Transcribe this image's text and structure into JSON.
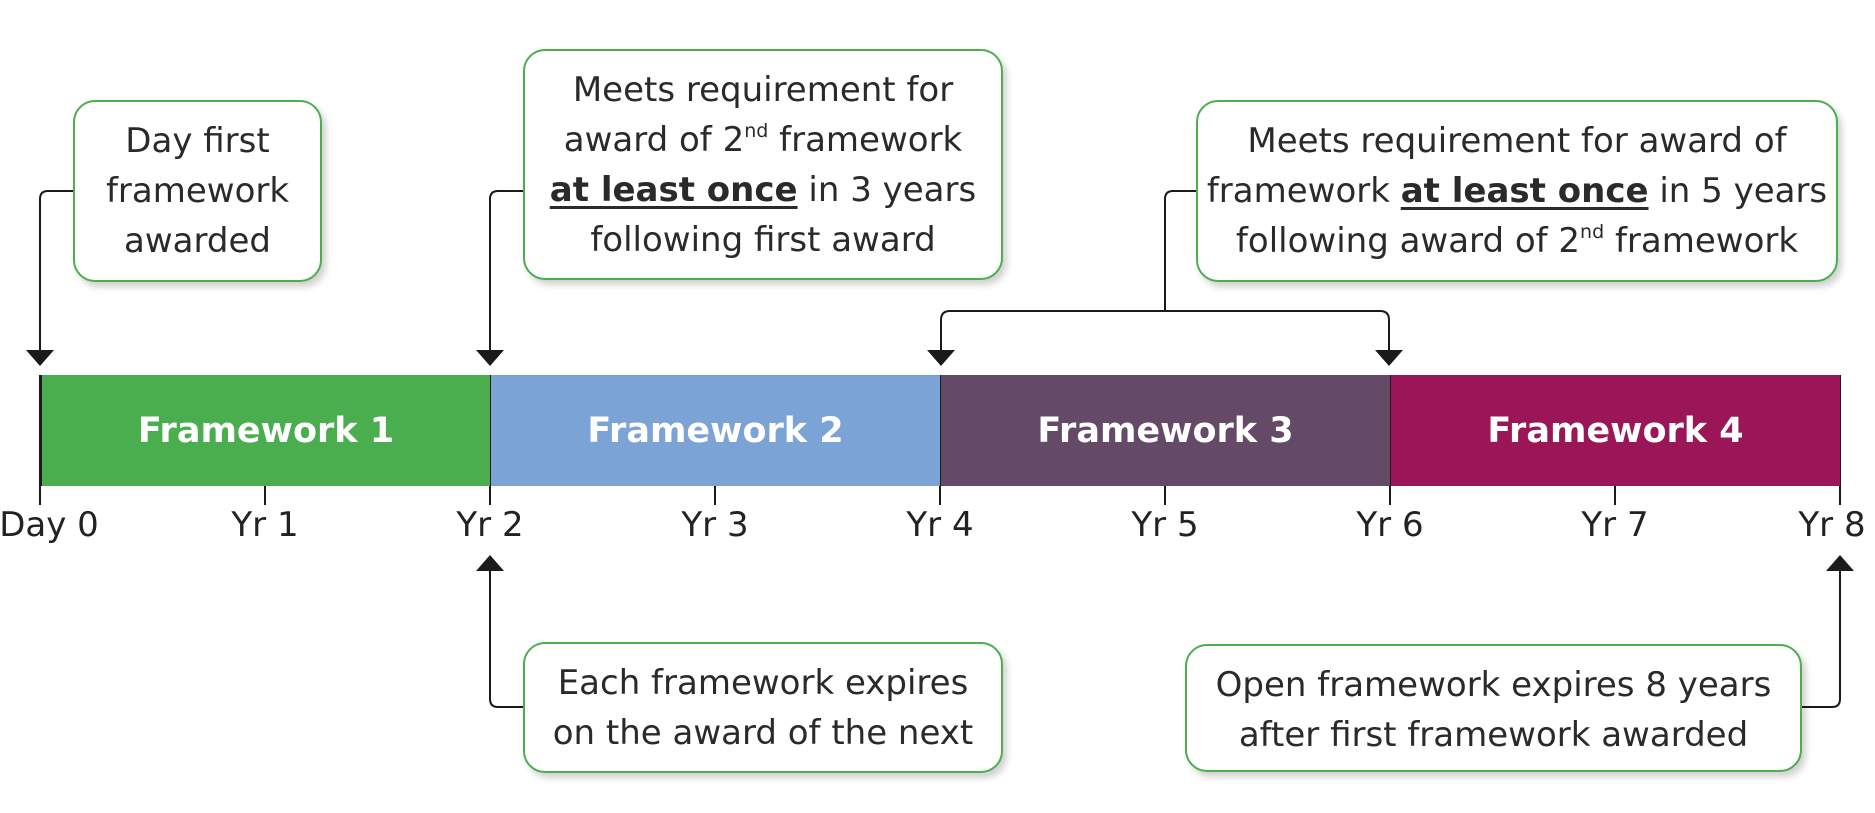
{
  "callouts": {
    "day_first": {
      "lines": [
        "Day first",
        "framework",
        "awarded"
      ]
    },
    "second_award": {
      "line1": "Meets requirement for",
      "line2_pre": "award of 2",
      "line2_sup": "nd",
      "line2_post": " framework",
      "line3_em": "at least once",
      "line3_post": " in 3 years",
      "line4": "following first award"
    },
    "later_award": {
      "line1": "Meets requirement for award of",
      "line2_pre": "framework ",
      "line2_em": "at least once",
      "line2_post": " in 5 years",
      "line3_pre": "following award of 2",
      "line3_sup": "nd",
      "line3_post": " framework"
    },
    "expiry_each": {
      "lines": [
        "Each framework expires",
        "on the award of the next"
      ]
    },
    "expiry_open": {
      "lines": [
        "Open framework expires 8 years",
        "after first framework awarded"
      ]
    }
  },
  "frameworks": [
    {
      "label": "Framework 1",
      "start": 0,
      "end": 2,
      "color": "#4aae4f"
    },
    {
      "label": "Framework 2",
      "start": 2,
      "end": 4,
      "color": "#7ba3d6"
    },
    {
      "label": "Framework 3",
      "start": 4,
      "end": 6,
      "color": "#644a66"
    },
    {
      "label": "Framework 4",
      "start": 6,
      "end": 8,
      "color": "#9b1657"
    }
  ],
  "ticks": [
    "Day 0",
    "Yr 1",
    "Yr 2",
    "Yr 3",
    "Yr 4",
    "Yr 5",
    "Yr 6",
    "Yr 7",
    "Yr 8"
  ],
  "colors": {
    "callout_border": "#4cae50",
    "connector": "#1a1a1a"
  }
}
